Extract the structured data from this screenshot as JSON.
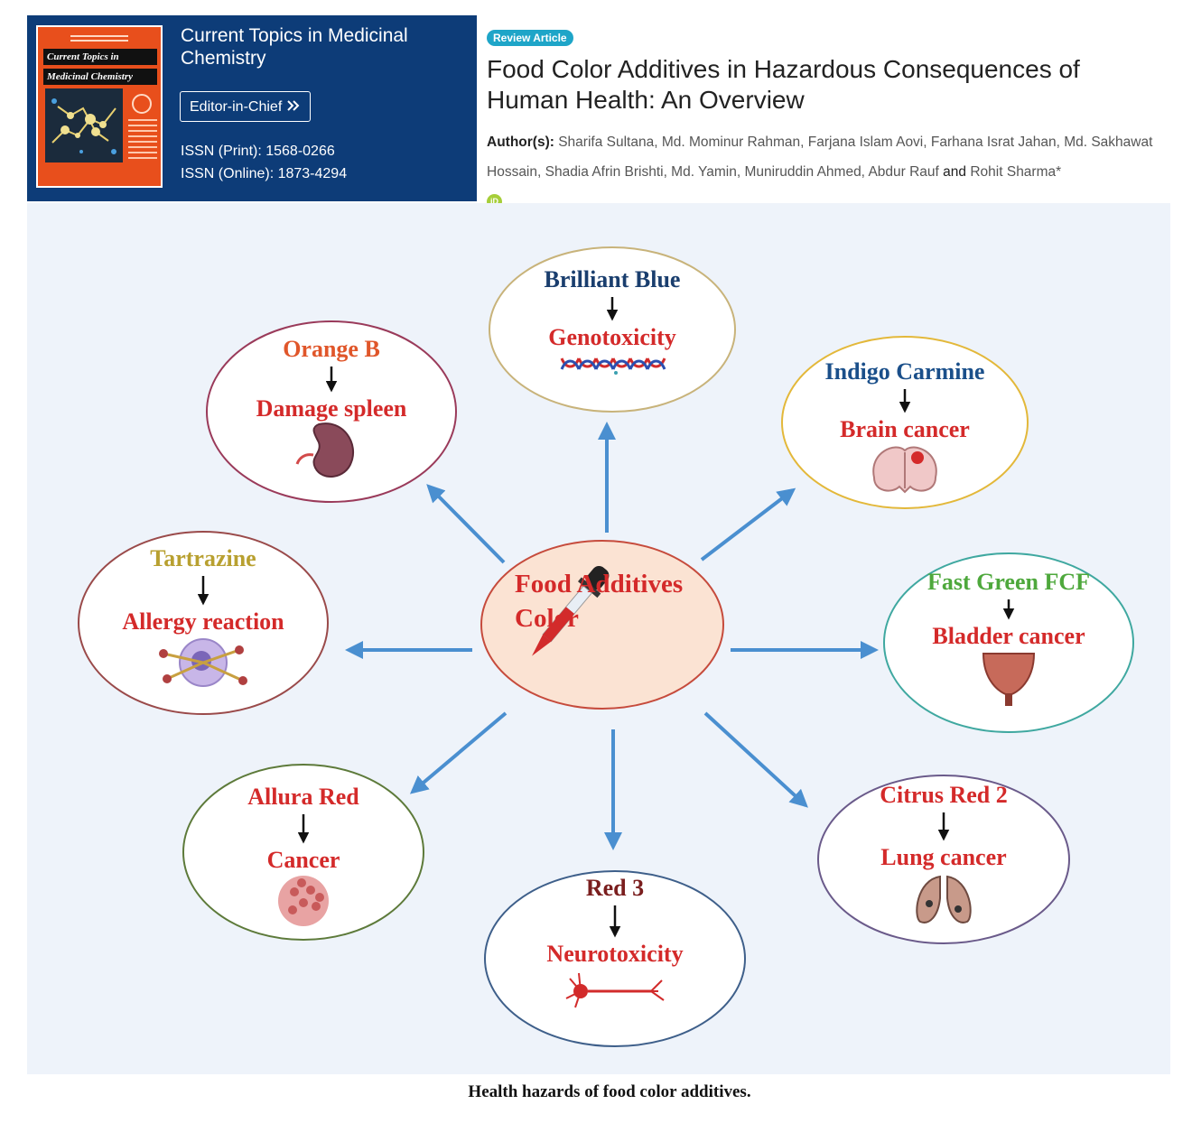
{
  "journal": {
    "cover_band_1": "Current Topics in",
    "cover_band_2": "Medicinal Chemistry",
    "title": "Current Topics in Medicinal Chemistry",
    "editor_button": "Editor-in-Chief",
    "issn_print": "ISSN (Print): 1568-0266",
    "issn_online": "ISSN (Online): 1873-4294"
  },
  "article": {
    "badge": "Review Article",
    "title": "Food Color Additives in Hazardous Consequences of Human Health: An Overview",
    "authors_label": "Author(s):",
    "authors_main": "Sharifa Sultana, Md. Mominur Rahman, Farjana Islam Aovi, Farhana Israt Jahan, Md. Sakhawat Hossain, Shadia Afrin Brishti, Md. Yamin, Muniruddin Ahmed, Abdur Rauf",
    "authors_and": "and",
    "authors_last": "Rohit Sharma*",
    "orcid": "iD"
  },
  "figure": {
    "center": {
      "line1": "Food Additives",
      "line2": "Color"
    },
    "nodes": [
      {
        "id": "brilliant-blue",
        "additive": "Brilliant Blue",
        "effect": "Genotoxicity",
        "additive_color": "#1a3e6e",
        "effect_color": "#d42a2a",
        "border": "#c8b37a",
        "icon": "dna-icon"
      },
      {
        "id": "indigo-carmine",
        "additive": "Indigo Carmine",
        "effect": "Brain cancer",
        "additive_color": "#1a4f8a",
        "effect_color": "#d42a2a",
        "border": "#e3b83a",
        "icon": "brain-icon"
      },
      {
        "id": "fast-green",
        "additive": "Fast Green FCF",
        "effect": "Bladder cancer",
        "additive_color": "#4ea83c",
        "effect_color": "#d42a2a",
        "border": "#3fa8a0",
        "icon": "bladder-icon"
      },
      {
        "id": "citrus-red",
        "additive": "Citrus Red 2",
        "effect": "Lung cancer",
        "additive_color": "#d42a2a",
        "effect_color": "#d42a2a",
        "border": "#6a5a8a",
        "icon": "lungs-icon"
      },
      {
        "id": "red-3",
        "additive": "Red 3",
        "effect": "Neurotoxicity",
        "additive_color": "#7a1e1e",
        "effect_color": "#d42a2a",
        "border": "#3e5f8a",
        "icon": "neuron-icon"
      },
      {
        "id": "allura-red",
        "additive": "Allura Red",
        "effect": "Cancer",
        "additive_color": "#d42a2a",
        "effect_color": "#d42a2a",
        "border": "#5d7a3a",
        "icon": "tumor-icon"
      },
      {
        "id": "tartrazine",
        "additive": "Tartrazine",
        "effect": "Allergy reaction",
        "additive_color": "#b8a030",
        "effect_color": "#d42a2a",
        "border": "#9a4a4a",
        "icon": "immune-cell-icon"
      },
      {
        "id": "orange-b",
        "additive": "Orange B",
        "effect": "Damage spleen",
        "additive_color": "#e0562a",
        "effect_color": "#d42a2a",
        "border": "#9a3a5a",
        "icon": "spleen-icon"
      }
    ],
    "caption": "Health hazards of food color additives."
  },
  "colors": {
    "banner": "#0d3c78",
    "badge": "#1ea5c8",
    "arrow": "#4a8fd0",
    "center_fill": "#fbe3d3"
  }
}
